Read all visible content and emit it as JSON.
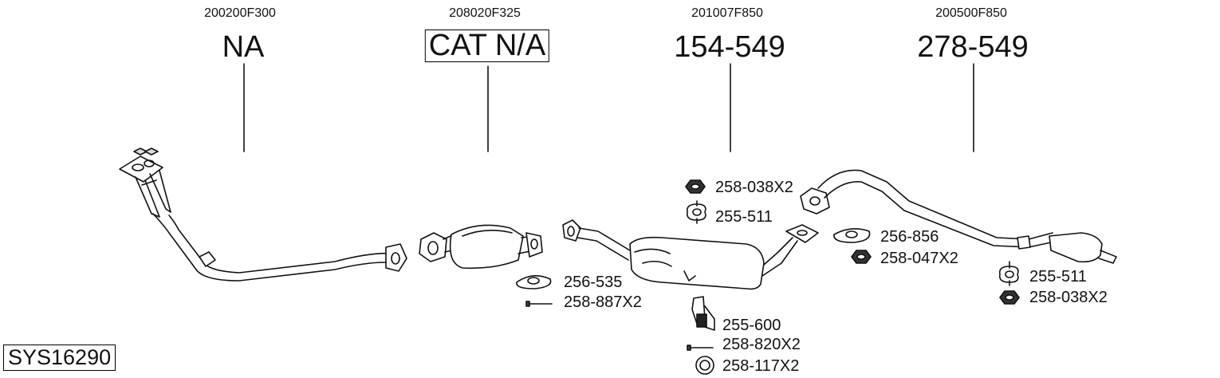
{
  "header_codes": [
    "200200F300",
    "208020F325",
    "201007F850",
    "200500F850"
  ],
  "part_numbers": [
    "NA",
    "CAT N/A",
    "154-549",
    "278-549"
  ],
  "accessories": {
    "catalytic": [
      "256-535",
      "258-887X2"
    ],
    "silencer_top": [
      "258-038X2",
      "255-511"
    ],
    "silencer_bottom": [
      "255-600",
      "258-820X2",
      "258-117X2"
    ],
    "rear_mid": [
      "256-856",
      "258-047X2"
    ],
    "rear_right": [
      "255-511",
      "258-038X2"
    ]
  },
  "system_id": "SYS16290"
}
